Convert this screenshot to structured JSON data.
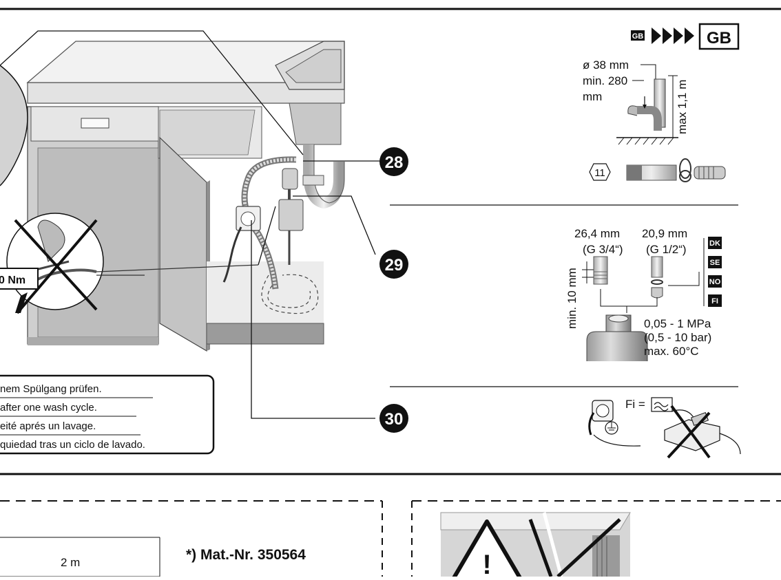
{
  "callouts": {
    "c28": "28",
    "c29": "29",
    "c30": "30"
  },
  "torque_label": "0 Nm",
  "warning_lines": [
    "nem Spülgang prüfen.",
    "after one wash cycle.",
    "eité aprés un lavage.",
    "quiedad tras un ciclo de lavado."
  ],
  "gb_panel": {
    "badge_small": "GB",
    "badge_large": "GB",
    "diameter": "ø 38 mm",
    "min_height_1": "min. 280",
    "min_height_2": "mm",
    "max_height": "max 1,1 m",
    "hose_size": "11"
  },
  "nordic_panel": {
    "size_left": "26,4 mm",
    "size_left_thread": "(G 3/4“)",
    "size_right": "20,9 mm",
    "size_right_thread": "(G 1/2“)",
    "min_insert": "min. 10 mm",
    "countries": [
      "DK",
      "SE",
      "NO",
      "FI"
    ],
    "pressure_1": "0,05 - 1 MPa",
    "pressure_2": "(0,5 - 10 bar)",
    "max_temp": "max. 60°C"
  },
  "power_panel": {
    "fi_label": "Fi ="
  },
  "bottom": {
    "length": "2 m",
    "mat_nr": "*) Mat.-Nr. 350564",
    "warning_symbol": "!"
  },
  "icons": [
    "cabinet-illustration",
    "sink-illustration",
    "siphon-icon",
    "hose-clamp-icon",
    "tap-adapter-icon",
    "socket-plug-icon",
    "multi-socket-crossed-icon",
    "warning-triangle-icon"
  ]
}
